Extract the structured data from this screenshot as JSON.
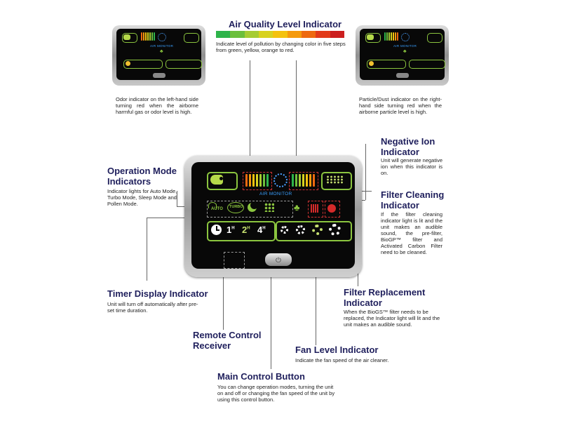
{
  "air_quality": {
    "title": "Air Quality Level Indicator",
    "desc": "Indicate level of pollution by changing color in five steps from green, yellow, orange to red.",
    "colors": [
      "#2db34a",
      "#6cbf3c",
      "#a6cc33",
      "#d8d21f",
      "#f4c20d",
      "#f59a0c",
      "#ee6a10",
      "#e23a1a",
      "#cc1f1f"
    ]
  },
  "odor": {
    "desc": "Odor indicator on the left-hand side turning red when the airborne harmful gas or odor level is high."
  },
  "particle": {
    "desc": "Particle/Dust indicator on the right-hand side turning red when the airborne particle level is high."
  },
  "operation_mode": {
    "title_1": "Operation Mode",
    "title_2": "Indicators",
    "desc": "Indicator lights for Auto Mode, Turbo Mode, Sleep Mode and Pollen Mode."
  },
  "negative_ion": {
    "title_1": "Negative Ion",
    "title_2": "Indicator",
    "desc": "Unit will generate negative ion when this indicator is on."
  },
  "filter_cleaning": {
    "title_1": "Filter Cleaning",
    "title_2": "Indicator",
    "desc": "If the filter cleaning indicator light is lit and the unit makes an audible sound, the pre-filter, BioGP™ filter and Activated Carbon Filter need to be cleaned."
  },
  "timer": {
    "title": "Timer Display Indicator",
    "desc": "Unit will turn off automatically after pre-set time duration."
  },
  "filter_replacement": {
    "title_1": "Filter Replacement",
    "title_2": "Indicator",
    "desc": "When the BioGS™ filter needs to be replaced, the Indicator light will lit and the unit makes an audible sound."
  },
  "remote": {
    "title_1": "Remote Control",
    "title_2": "Receiver"
  },
  "fan_level": {
    "title": "Fan Level Indicator",
    "desc": "Indicate the fan speed of the air cleaner."
  },
  "main_button": {
    "title": "Main Control Button",
    "desc": "You can change operation modes, turning the unit on and off or changing the fan speed of the unit by using this control button."
  },
  "panel": {
    "monitor_label": "AIR MONITOR",
    "mode_auto": "AUTO",
    "mode_turbo": "TURBO",
    "timer_1": "1",
    "timer_2": "2",
    "timer_4": "4",
    "timer_unit": "H",
    "power_symbol": "⏻"
  }
}
